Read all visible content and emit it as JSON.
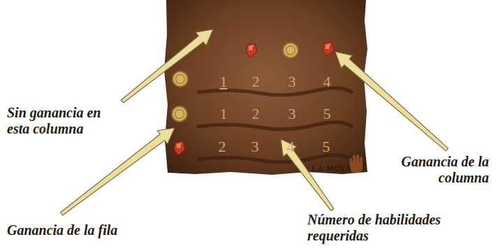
{
  "diagram": {
    "labels": [
      "Sin ganancia en esta columna",
      "Ganancia de la columna",
      "Ganancia de la fila",
      "Número de habilidades requeridas",
      "1",
      "2",
      "3",
      "4",
      "1",
      "2",
      "3",
      "5",
      "2",
      "3",
      "4",
      "5",
      "LA MINA"
    ]
  }
}
